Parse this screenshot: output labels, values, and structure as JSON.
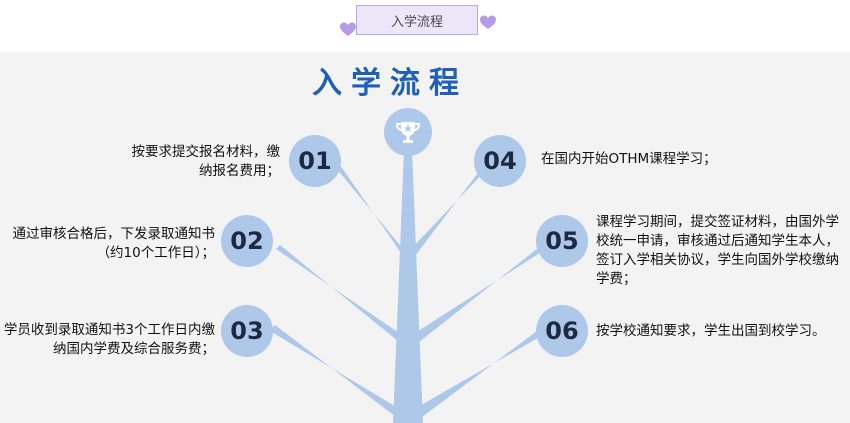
{
  "header": {
    "label": "入学流程"
  },
  "title": "入学流程",
  "steps": [
    {
      "number": "01",
      "text": "按要求提交报名材料，缴纳报名费用；"
    },
    {
      "number": "02",
      "text": "通过审核合格后，下发录取通知书（约10个工作日）；"
    },
    {
      "number": "03",
      "text": "学员收到录取通知书3个工作日内缴纳国内学费及综合服务费；"
    },
    {
      "number": "04",
      "text": "在国内开始OTHM课程学习；"
    },
    {
      "number": "05",
      "text": "课程学习期间，提交签证材料，由国外学校统一申请，审核通过后通知学生本人，签订入学相关协议，学生向国外学校缴纳学费；"
    },
    {
      "number": "06",
      "text": "按学校通知要求，学生出国到校学习。"
    }
  ],
  "icons": {
    "center": "trophy-icon",
    "decor": "heart-icon"
  },
  "colors": {
    "title": "#1f5fb8",
    "circle": "#aec8ea",
    "tree": "#aec8ea",
    "header_bg": "#ece6f8",
    "heart": "#b89be6"
  }
}
